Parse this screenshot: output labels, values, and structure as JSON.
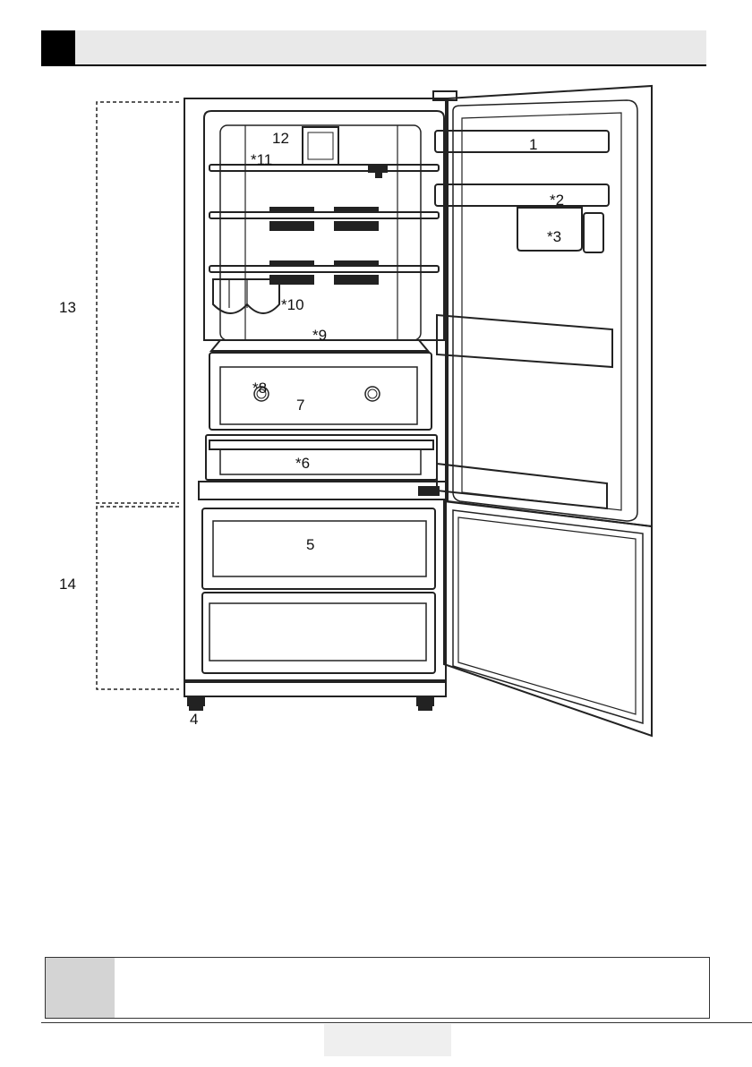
{
  "diagram": {
    "callouts": {
      "c1": "1",
      "c2": "*2",
      "c3": "*3",
      "c4": "4",
      "c5": "5",
      "c6": "*6",
      "c7": "7",
      "c8": "*8",
      "c9": "*9",
      "c10": "*10",
      "c11": "*11",
      "c12": "12",
      "c13": "13",
      "c14": "14"
    }
  },
  "colors": {
    "line": "#222222",
    "header_bg": "#e9e9e9",
    "note_gray": "#d4d4d4"
  },
  "icons": [
    "fridge-line-drawing"
  ]
}
